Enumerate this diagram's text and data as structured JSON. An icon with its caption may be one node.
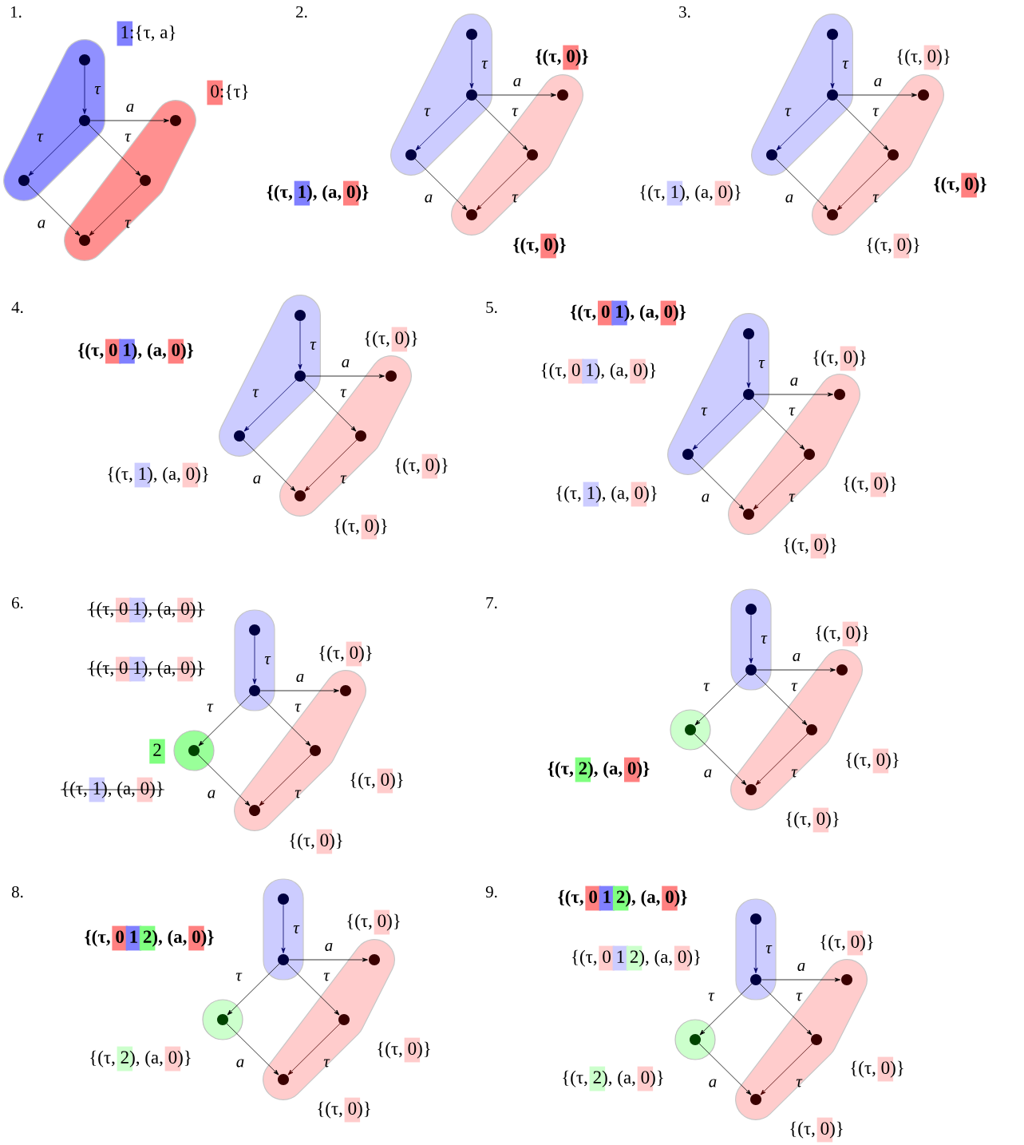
{
  "diagram": {
    "nodes": [
      {
        "text": [],
        "shape": "circle"
      },
      {
        "text": [],
        "shape": "circle"
      },
      {
        "text": [],
        "shape": "circle"
      },
      {
        "text": [],
        "shape": "circle"
      },
      {
        "text": [],
        "shape": "circle"
      },
      {
        "text": [],
        "shape": "circle"
      },
      {
        "text": [],
        "shape": "circle"
      },
      {
        "text": [],
        "shape": "circle"
      },
      {
        "text": [],
        "shape": "circle",
        "beside": [
          "{(τ, 1), (a, 0)}"
        ]
      },
      {
        "text": [],
        "shape": "circle",
        "beside": [
          "{(τ, 0)}"
        ]
      },
      {
        "text": [],
        "shape": "circle"
      },
      {
        "text": [],
        "shape": "circle",
        "beside": [
          "{(τ, 0)}"
        ]
      },
      {
        "text": [],
        "shape": "circle"
      },
      {
        "text": [],
        "shape": "circle"
      },
      {
        "text": [],
        "shape": "circle",
        "beside": [
          "{(τ, 1), (a, 0)}"
        ]
      },
      {
        "text": [],
        "shape": "circle",
        "beside": [
          "{(τ, 0)}"
        ]
      },
      {
        "text": [],
        "shape": "circle",
        "beside": [
          "{(τ, 0)}"
        ]
      },
      {
        "text": [],
        "shape": "circle",
        "beside": [
          "{(τ, 0)}"
        ]
      },
      {
        "text": [],
        "shape": "circle"
      },
      {
        "text": [],
        "shape": "circle"
      },
      {
        "text": [],
        "shape": "circle",
        "beside": [
          "{(τ, 1), (a, 0)}"
        ]
      },
      {
        "text": [],
        "shape": "circle",
        "beside": [
          "{(τ, 0)}"
        ]
      },
      {
        "text": [],
        "shape": "circle",
        "beside": [
          "{(τ, 0)}"
        ]
      },
      {
        "text": [],
        "shape": "circle",
        "beside": [
          "{(τ, 0)}"
        ]
      },
      {
        "text": [],
        "shape": "circle",
        "beside": [
          "{(τ, 0 1), (a, 0)}"
        ]
      },
      {
        "text": [],
        "shape": "circle"
      },
      {
        "text": [],
        "shape": "circle",
        "beside": [
          "{(τ, 1), (a, 0)}"
        ]
      },
      {
        "text": [],
        "shape": "circle",
        "beside": [
          "{(τ, 0)}"
        ]
      },
      {
        "text": [],
        "shape": "circle",
        "beside": [
          "{(τ, 0)}"
        ]
      },
      {
        "text": [],
        "shape": "circle",
        "beside": [
          "{(τ, 0)}"
        ]
      },
      {
        "text": [],
        "shape": "circle",
        "beside": [
          "{(τ, 0 1), (a, 0)}"
        ]
      },
      {
        "text": [],
        "shape": "circle",
        "beside": [
          "{(τ, 0 1), (a, 0)}"
        ]
      },
      {
        "text": [],
        "shape": "circle",
        "beside": [
          "{(τ, 1), (a, 0)}"
        ]
      },
      {
        "text": [],
        "shape": "circle",
        "beside": [
          "{(τ, 0)}"
        ]
      },
      {
        "text": [],
        "shape": "circle",
        "beside": [
          "{(τ, 0)}"
        ]
      },
      {
        "text": [],
        "shape": "circle",
        "beside": [
          "{(τ, 0)}"
        ]
      },
      {
        "text": [],
        "shape": "circle"
      },
      {
        "text": [],
        "shape": "circle"
      },
      {
        "text": [],
        "shape": "circle",
        "beside": [
          "{(τ, 2), (a, 0)}"
        ]
      },
      {
        "text": [],
        "shape": "circle",
        "beside": [
          "{(τ, 0)}"
        ]
      },
      {
        "text": [],
        "shape": "circle",
        "beside": [
          "{(τ, 0)}"
        ]
      },
      {
        "text": [],
        "shape": "circle",
        "beside": [
          "{(τ, 0)}"
        ]
      },
      {
        "text": [],
        "shape": "circle"
      },
      {
        "text": [],
        "shape": "circle",
        "beside": [
          "{(τ, 0 1 2), (a, 0)}"
        ]
      },
      {
        "text": [],
        "shape": "circle",
        "beside": [
          "{(τ, 2), (a, 0)}"
        ]
      },
      {
        "text": [],
        "shape": "circle",
        "beside": [
          "{(τ, 0)}"
        ]
      },
      {
        "text": [],
        "shape": "circle",
        "beside": [
          "{(τ, 0)}"
        ]
      },
      {
        "text": [],
        "shape": "circle",
        "beside": [
          "{(τ, 0)}"
        ]
      },
      {
        "text": [],
        "shape": "circle",
        "beside": [
          "{(τ, 0 1 2), (a, 0)}"
        ]
      },
      {
        "text": [],
        "shape": "circle",
        "beside": [
          "{(τ, 0 1 2), (a, 0)}"
        ]
      },
      {
        "text": [],
        "shape": "circle",
        "beside": [
          "{(τ, 2), (a, 0)}"
        ]
      },
      {
        "text": [],
        "shape": "circle",
        "beside": [
          "{(τ, 0)}"
        ]
      },
      {
        "text": [],
        "shape": "circle",
        "beside": [
          "{(τ, 0)}"
        ]
      },
      {
        "text": [],
        "shape": "circle",
        "beside": [
          "{(τ, 0)}"
        ]
      }
    ],
    "edges": [
      {
        "from": 0,
        "to": 1,
        "arrow": "to",
        "label": "τ",
        "color": "#000066"
      },
      {
        "from": 1,
        "to": 2,
        "arrow": "to",
        "label": "τ",
        "color": "#000066"
      },
      {
        "from": 1,
        "to": 3,
        "arrow": "to",
        "label": "a"
      },
      {
        "from": 1,
        "to": 4,
        "arrow": "to",
        "label": "τ"
      },
      {
        "from": 2,
        "to": 5,
        "arrow": "to",
        "label": "a"
      },
      {
        "from": 4,
        "to": 5,
        "arrow": "to",
        "label": "τ",
        "color": "#4d0000"
      },
      {
        "from": 6,
        "to": 7,
        "arrow": "to",
        "label": "τ",
        "color": "#000066"
      },
      {
        "from": 7,
        "to": 8,
        "arrow": "to",
        "label": "τ",
        "color": "#000066"
      },
      {
        "from": 7,
        "to": 9,
        "arrow": "to",
        "label": "a"
      },
      {
        "from": 7,
        "to": 10,
        "arrow": "to",
        "label": "τ"
      },
      {
        "from": 8,
        "to": 11,
        "arrow": "to",
        "label": "a"
      },
      {
        "from": 10,
        "to": 11,
        "arrow": "to",
        "label": "τ",
        "color": "#4d0000"
      },
      {
        "from": 12,
        "to": 13,
        "arrow": "to",
        "label": "τ",
        "color": "#000066"
      },
      {
        "from": 13,
        "to": 14,
        "arrow": "to",
        "label": "τ",
        "color": "#000066"
      },
      {
        "from": 13,
        "to": 15,
        "arrow": "to",
        "label": "a"
      },
      {
        "from": 13,
        "to": 16,
        "arrow": "to",
        "label": "τ"
      },
      {
        "from": 14,
        "to": 17,
        "arrow": "to",
        "label": "a"
      },
      {
        "from": 16,
        "to": 17,
        "arrow": "to",
        "label": "τ",
        "color": "#4d0000"
      },
      {
        "from": 18,
        "to": 19,
        "arrow": "to",
        "label": "τ",
        "color": "#000066"
      },
      {
        "from": 19,
        "to": 20,
        "arrow": "to",
        "label": "τ",
        "color": "#000066"
      },
      {
        "from": 19,
        "to": 21,
        "arrow": "to",
        "label": "a"
      },
      {
        "from": 19,
        "to": 22,
        "arrow": "to",
        "label": "τ"
      },
      {
        "from": 20,
        "to": 23,
        "arrow": "to",
        "label": "a"
      },
      {
        "from": 22,
        "to": 23,
        "arrow": "to",
        "label": "τ",
        "color": "#4d0000"
      },
      {
        "from": 24,
        "to": 25,
        "arrow": "to",
        "label": "τ",
        "color": "#000066"
      },
      {
        "from": 25,
        "to": 26,
        "arrow": "to",
        "label": "τ",
        "color": "#000066"
      },
      {
        "from": 25,
        "to": 27,
        "arrow": "to",
        "label": "a"
      },
      {
        "from": 25,
        "to": 28,
        "arrow": "to",
        "label": "τ"
      },
      {
        "from": 26,
        "to": 29,
        "arrow": "to",
        "label": "a"
      },
      {
        "from": 28,
        "to": 29,
        "arrow": "to",
        "label": "τ",
        "color": "#4d0000"
      },
      {
        "from": 30,
        "to": 31,
        "arrow": "to",
        "label": "τ",
        "color": "#000066"
      },
      {
        "from": 31,
        "to": 32,
        "arrow": "to",
        "label": "τ"
      },
      {
        "from": 31,
        "to": 33,
        "arrow": "to",
        "label": "a"
      },
      {
        "from": 31,
        "to": 34,
        "arrow": "to",
        "label": "τ"
      },
      {
        "from": 32,
        "to": 35,
        "arrow": "to",
        "label": "a"
      },
      {
        "from": 34,
        "to": 35,
        "arrow": "to",
        "label": "τ",
        "color": "#4d0000"
      },
      {
        "from": 36,
        "to": 37,
        "arrow": "to",
        "label": "τ",
        "color": "#000066"
      },
      {
        "from": 37,
        "to": 38,
        "arrow": "to",
        "label": "τ"
      },
      {
        "from": 37,
        "to": 39,
        "arrow": "to",
        "label": "a"
      },
      {
        "from": 37,
        "to": 40,
        "arrow": "to",
        "label": "τ"
      },
      {
        "from": 38,
        "to": 41,
        "arrow": "to",
        "label": "a"
      },
      {
        "from": 40,
        "to": 41,
        "arrow": "to",
        "label": "τ",
        "color": "#4d0000"
      },
      {
        "from": 42,
        "to": 43,
        "arrow": "to",
        "label": "τ",
        "color": "#000066"
      },
      {
        "from": 43,
        "to": 44,
        "arrow": "to",
        "label": "τ"
      },
      {
        "from": 43,
        "to": 45,
        "arrow": "to",
        "label": "a"
      },
      {
        "from": 43,
        "to": 46,
        "arrow": "to",
        "label": "τ"
      },
      {
        "from": 44,
        "to": 47,
        "arrow": "to",
        "label": "a"
      },
      {
        "from": 46,
        "to": 47,
        "arrow": "to",
        "label": "τ",
        "color": "#4d0000"
      },
      {
        "from": 48,
        "to": 49,
        "arrow": "to",
        "label": "τ",
        "color": "#000066"
      },
      {
        "from": 49,
        "to": 50,
        "arrow": "to",
        "label": "τ"
      },
      {
        "from": 49,
        "to": 51,
        "arrow": "to",
        "label": "a"
      },
      {
        "from": 49,
        "to": 52,
        "arrow": "to",
        "label": "τ"
      },
      {
        "from": 50,
        "to": 53,
        "arrow": "to",
        "label": "a"
      },
      {
        "from": 52,
        "to": 53,
        "arrow": "to",
        "label": "τ",
        "color": "#4d0000"
      }
    ],
    "labels": [
      "1.",
      "1:{τ, a}",
      "0:{τ}",
      "2.",
      "3.",
      "4.",
      "{(τ, 0 1), (a, 0)}",
      "5.",
      "{(τ, 0 1), (a, 0)}",
      "6.",
      "2",
      "7.",
      "8.",
      "9."
    ]
  }
}
